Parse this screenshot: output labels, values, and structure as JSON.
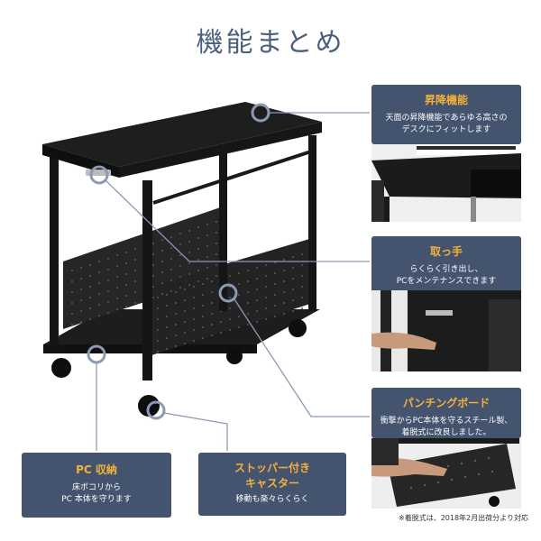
{
  "title": "機能まとめ",
  "features": [
    {
      "heading": "昇降機能",
      "lines": [
        "天面の昇降機能であらゆる高さの",
        "デスクにフィットします"
      ]
    },
    {
      "heading": "取っ手",
      "lines": [
        "らくらく引き出し、",
        "PCをメンテナンスできます"
      ]
    },
    {
      "heading": "パンチングボード",
      "lines": [
        "衝撃からPC本体を守るスチール製、",
        "着脱式に改良しました。"
      ]
    },
    {
      "heading": "PC 収納",
      "lines": [
        "床ボコリから",
        "PC 本体を守ります"
      ]
    },
    {
      "heading": "ストッパー付き",
      "heading2": "キャスター",
      "lines": [
        "移動も楽々らくらく"
      ]
    }
  ],
  "note": "※着脱式は、2018年2月出荷分より対応",
  "colors": {
    "card": "#44546e",
    "accent": "#f3b13c",
    "title": "#4a607e",
    "product": "#1d1d1d"
  }
}
